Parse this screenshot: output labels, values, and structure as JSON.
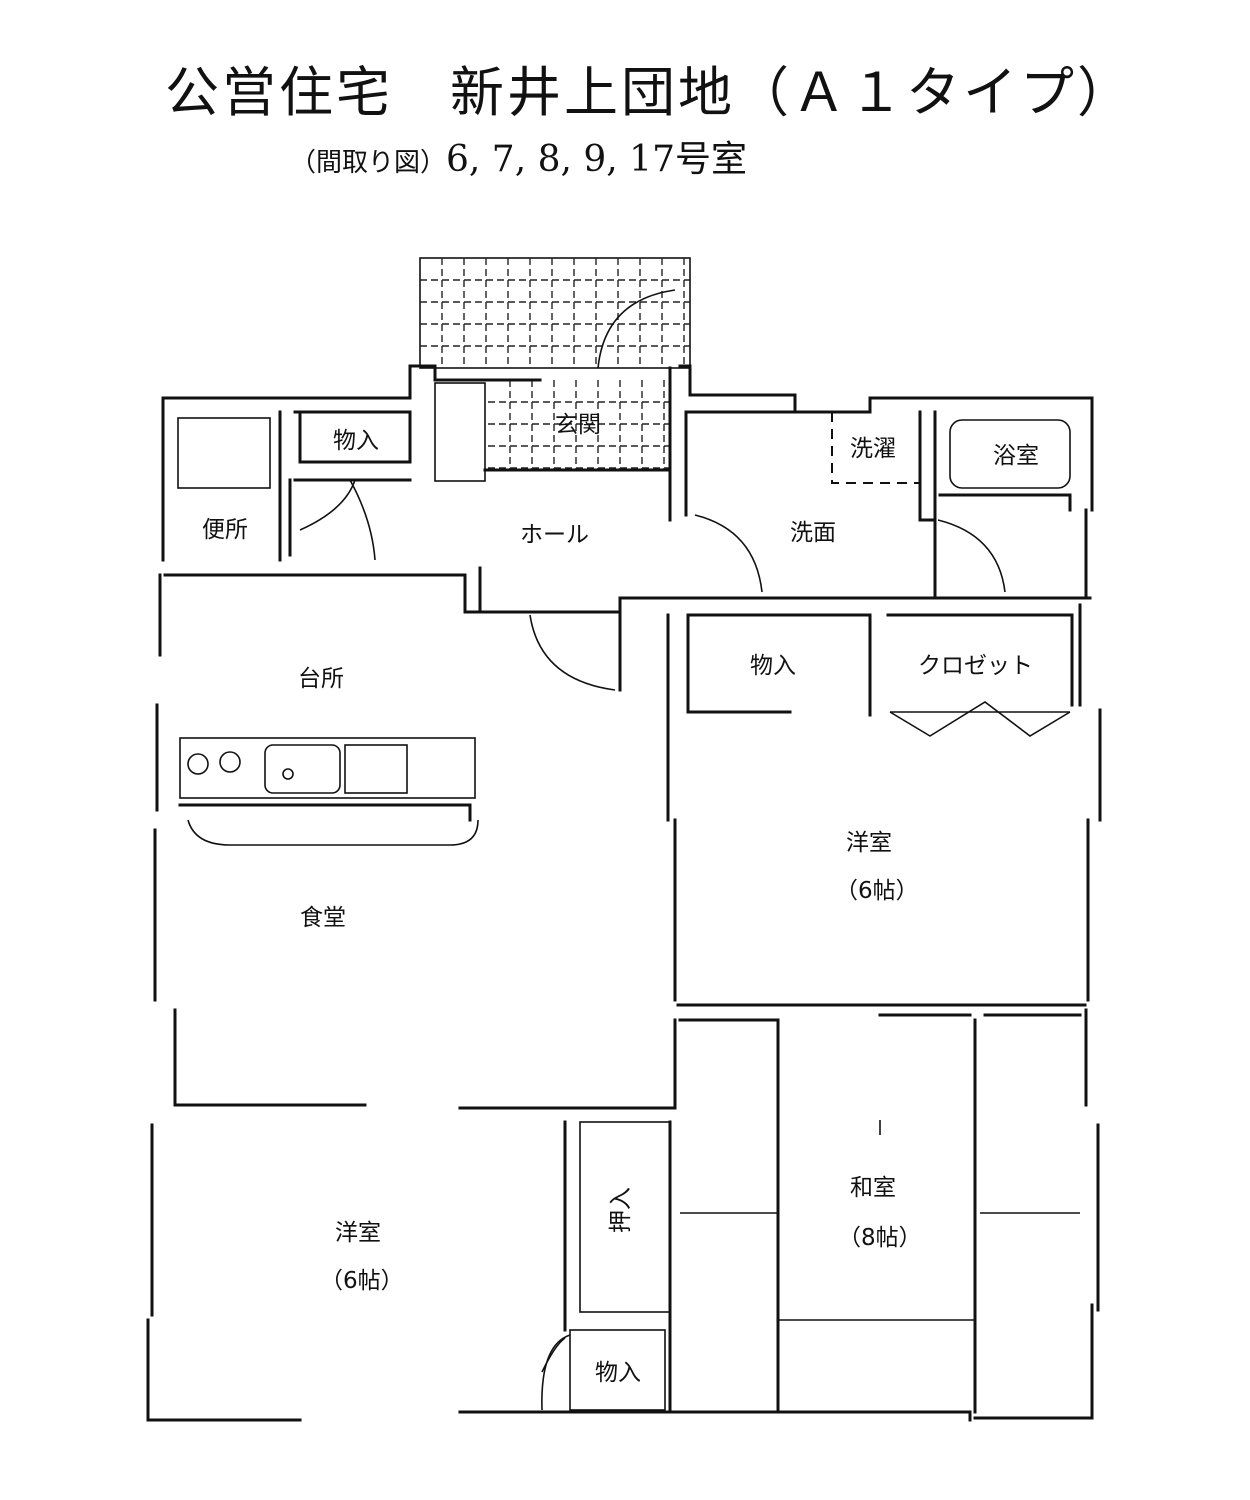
{
  "header": {
    "title": "公営住宅　新井上団地（Ａ１タイプ）",
    "subtitle_label": "（間取り図）",
    "subtitle_units": "6, 7, 8, 9, 17号室"
  },
  "rooms": {
    "toilet": "便所",
    "storage_top": "物入",
    "entrance": "玄関",
    "hall": "ホール",
    "laundry": "洗濯",
    "bath": "浴室",
    "washroom": "洗面",
    "kitchen": "台所",
    "storage_mid": "物入",
    "closet": "クロゼット",
    "western_room_right": "洋室",
    "western_room_right_size": "（6帖）",
    "dining": "食堂",
    "western_room_left": "洋室",
    "western_room_left_size": "（6帖）",
    "push_in_closet": "押入",
    "japanese_room": "和室",
    "japanese_room_size": "（8帖）",
    "storage_bottom": "物入"
  }
}
